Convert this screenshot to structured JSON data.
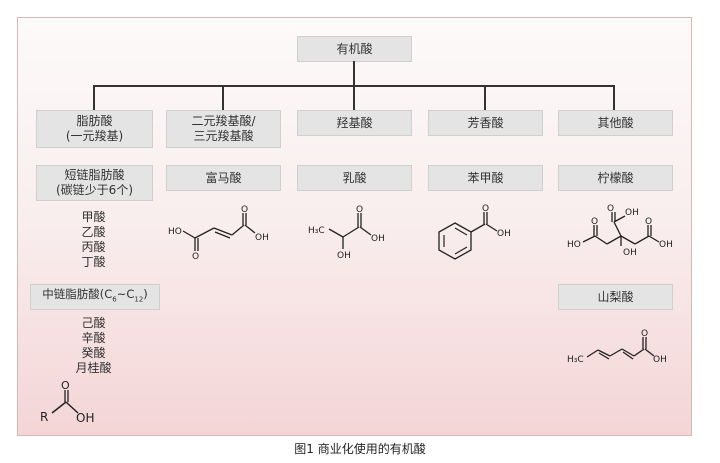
{
  "root": "有机酸",
  "categories": [
    {
      "label_lines": [
        "脂肪酸",
        "(一元羧基)"
      ]
    },
    {
      "label_lines": [
        "二元羧基酸/",
        "三元羧基酸"
      ],
      "example": "富马酸"
    },
    {
      "label": "羟基酸",
      "example": "乳酸"
    },
    {
      "label": "芳香酸",
      "example": "苯甲酸"
    },
    {
      "label": "其他酸",
      "example": "柠檬酸",
      "example2": "山梨酸"
    }
  ],
  "fatty": {
    "short_lines": [
      "短链脂肪酸",
      "(碳链少于6个)"
    ],
    "short_items": [
      "甲酸",
      "乙酸",
      "丙酸",
      "丁酸"
    ],
    "medium_prefix": "中链脂肪酸(C",
    "medium_sub1": "6",
    "medium_mid": "~C",
    "medium_sub2": "12",
    "medium_suffix": ")",
    "medium_items": [
      "己酸",
      "辛酸",
      "癸酸",
      "月桂酸"
    ]
  },
  "structures": {
    "generic": {
      "r": "R",
      "o": "O",
      "oh": "OH"
    },
    "fumaric": {
      "ho": "HO",
      "oh": "OH",
      "o": "O"
    },
    "lactic": {
      "h3c": "H₃C",
      "oh": "OH",
      "o": "O"
    },
    "benzoic": {
      "oh": "OH",
      "o": "O"
    },
    "citric": {
      "ho": "HO",
      "oh": "OH",
      "o": "O"
    },
    "sorbic": {
      "h3c": "H₃C",
      "oh": "OH",
      "o": "O"
    }
  },
  "caption": "图1  商业化使用的有机酸"
}
